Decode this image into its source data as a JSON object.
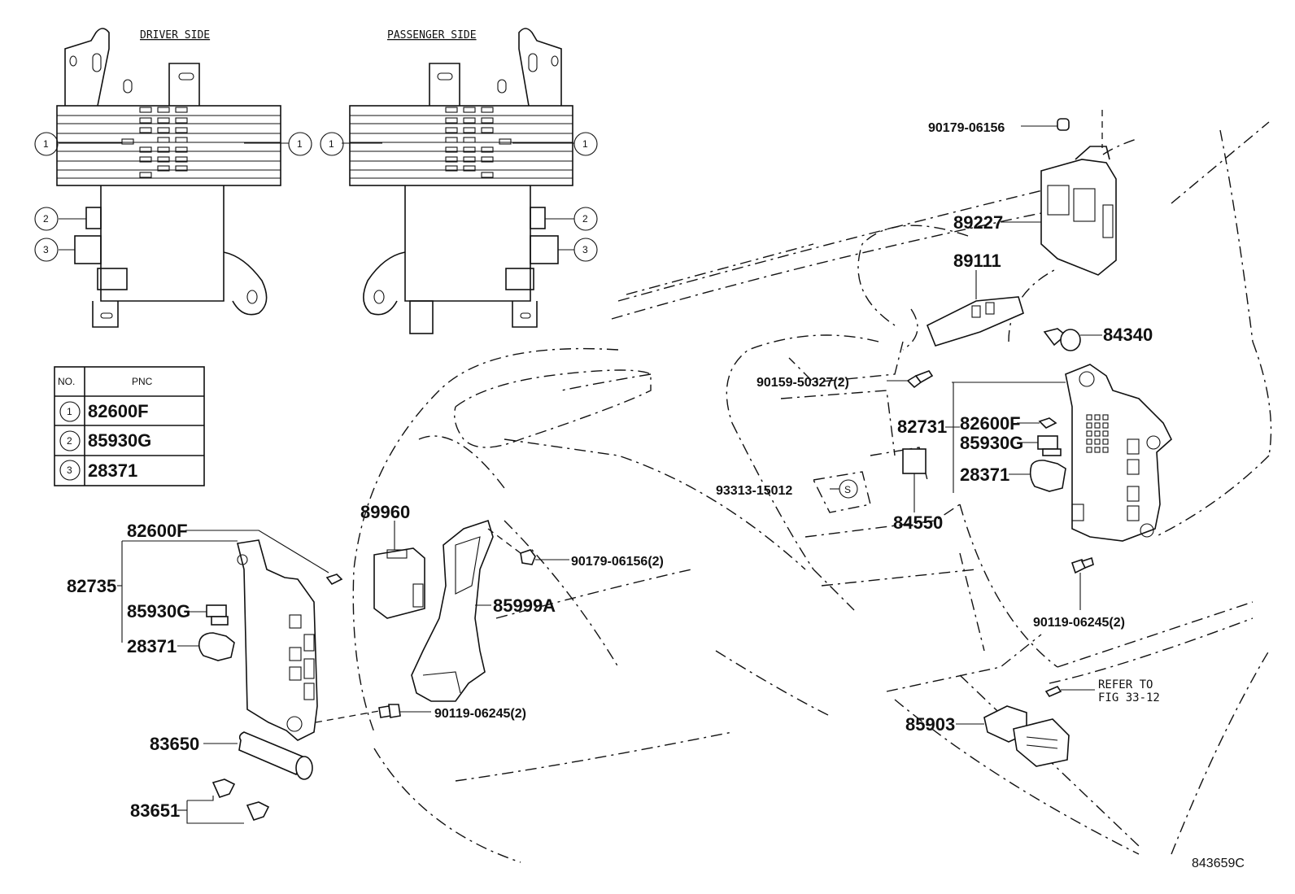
{
  "headers": {
    "driver": "DRIVER SIDE",
    "passenger": "PASSENGER SIDE"
  },
  "table": {
    "col_no": "NO.",
    "col_pnc": "PNC",
    "rows": [
      {
        "no": "1",
        "pnc": "82600F"
      },
      {
        "no": "2",
        "pnc": "85930G"
      },
      {
        "no": "3",
        "pnc": "28371"
      }
    ]
  },
  "callouts": {
    "c1": "1",
    "c2": "2",
    "c3": "3",
    "s": "S"
  },
  "labels": {
    "p90179_06156_top": "90179-06156",
    "p89227": "89227",
    "p89111": "89111",
    "p84340": "84340",
    "p90159_50327": "90159-50327(2)",
    "p82731": "82731",
    "p82600F_r": "82600F",
    "p85930G_r": "85930G",
    "p28371_r": "28371",
    "p93313_15012": "93313-15012",
    "p84550": "84550",
    "p90119_06245_r": "90119-06245(2)",
    "p85903": "85903",
    "refer1": "REFER TO",
    "refer2": "FIG 33-12",
    "p89960": "89960",
    "p90179_06156_2": "90179-06156(2)",
    "p85999A": "85999A",
    "p82600F_l": "82600F",
    "p82735": "82735",
    "p85930G_l": "85930G",
    "p28371_l": "28371",
    "p90119_06245_l": "90119-06245(2)",
    "p83650": "83650",
    "p83651": "83651",
    "figure_no": "843659C"
  }
}
